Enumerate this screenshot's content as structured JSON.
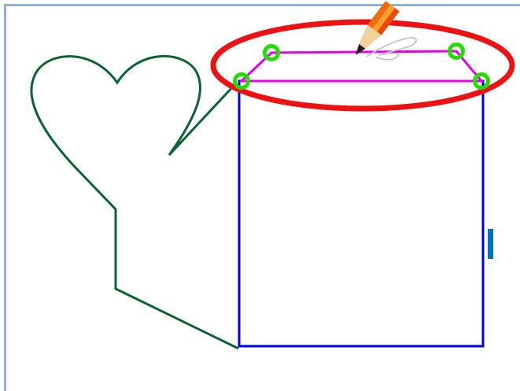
{
  "canvas": {
    "frame_color": "#8fb0d9",
    "background": "#ffffff"
  },
  "shapes": {
    "heart_path": {
      "color": "#0a6331",
      "type": "freehand-curve"
    },
    "rectangle": {
      "color": "#0000e6",
      "type": "rectangle"
    },
    "top_face": {
      "color": "#e600e6",
      "type": "quadrilateral"
    },
    "highlight_ellipse": {
      "color": "#ee1111",
      "type": "ellipse"
    }
  },
  "handles": {
    "color": "#22dd00",
    "count": 4
  },
  "cursor": {
    "icon": "pencil-icon"
  },
  "scroll_indicator": {
    "color": "#0070c0"
  }
}
